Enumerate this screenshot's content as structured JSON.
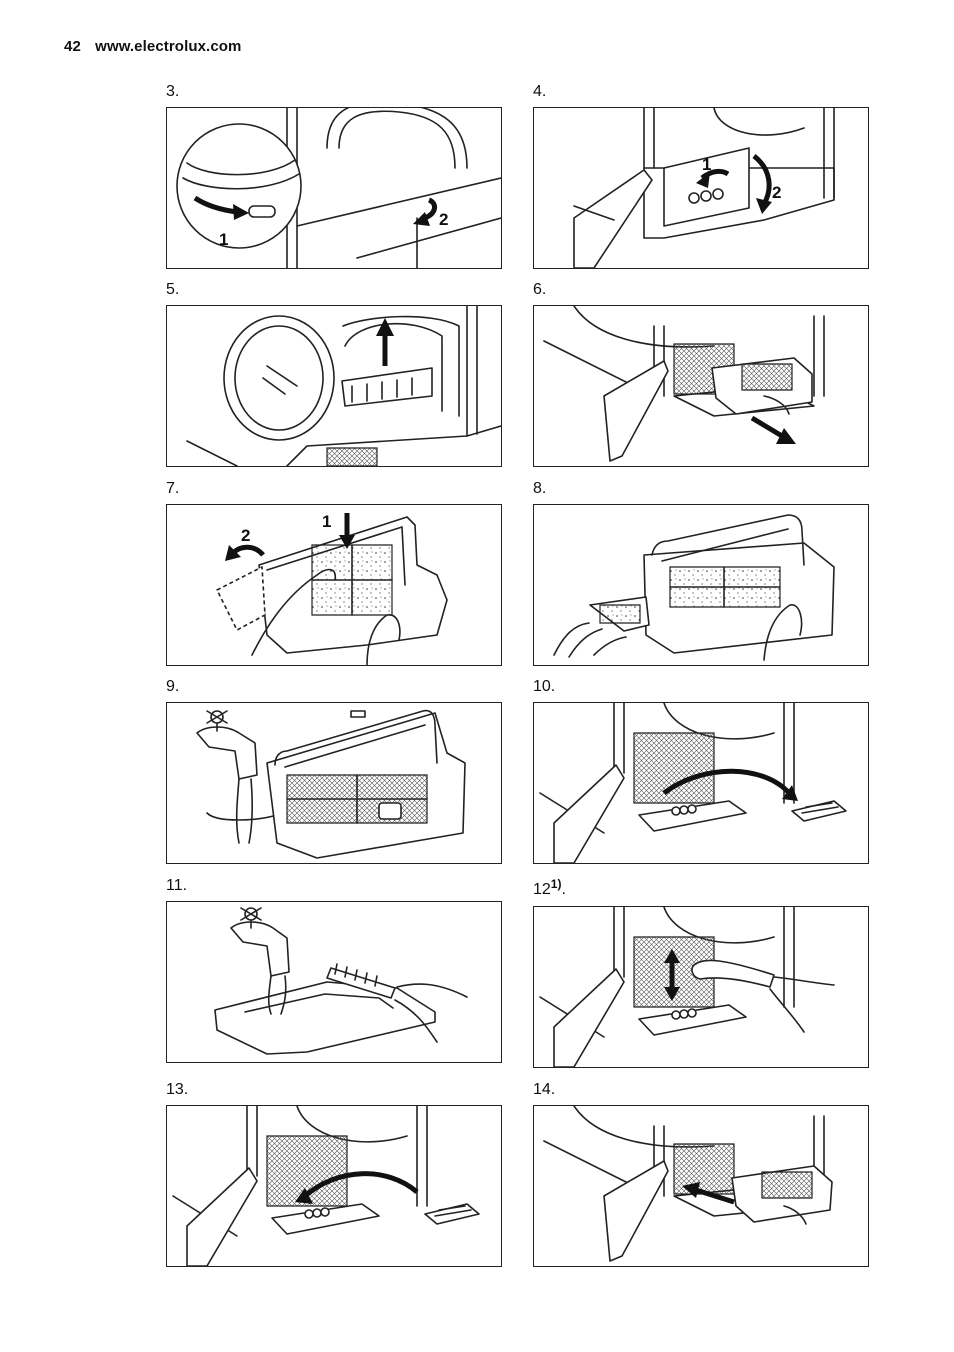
{
  "header": {
    "page_number": "42",
    "website": "www.electrolux.com"
  },
  "steps": [
    {
      "label": "3.",
      "callouts": [
        "1",
        "2"
      ]
    },
    {
      "label": "4.",
      "callouts": [
        "1",
        "2"
      ]
    },
    {
      "label": "5."
    },
    {
      "label": "6."
    },
    {
      "label": "7.",
      "callouts": [
        "1",
        "2"
      ]
    },
    {
      "label": "8."
    },
    {
      "label": "9."
    },
    {
      "label": "10."
    },
    {
      "label": "11."
    },
    {
      "label": "12",
      "footnote": "1)",
      "suffix": "."
    },
    {
      "label": "13."
    },
    {
      "label": "14."
    }
  ]
}
